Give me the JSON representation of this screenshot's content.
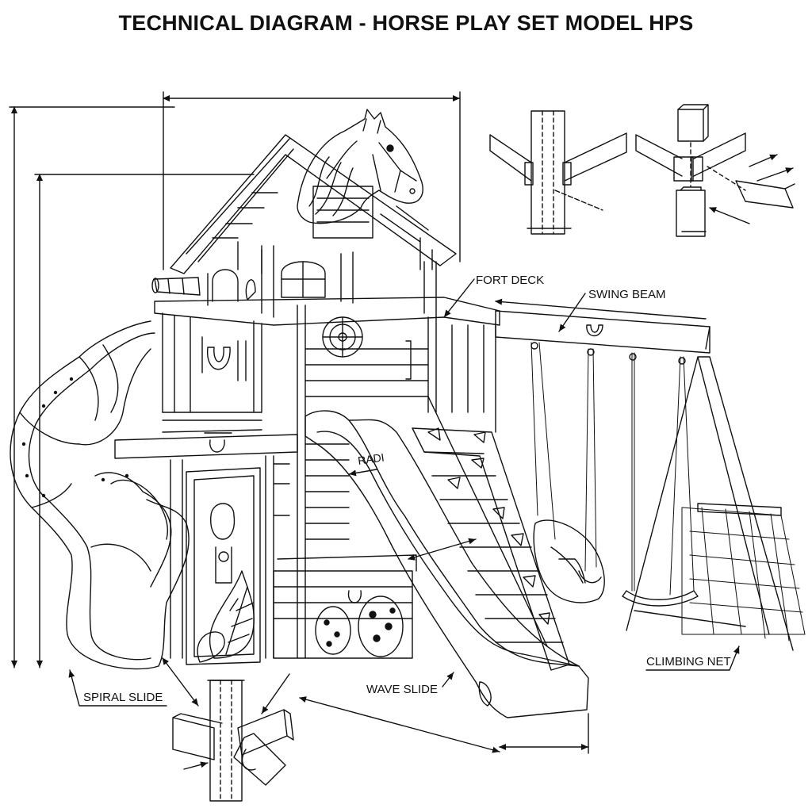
{
  "title": "TECHNICAL DIAGRAM - HORSE PLAY SET MODEL HPS",
  "labels": {
    "fort_deck": "FORT DECK",
    "swing_beam": "SWING BEAM",
    "spiral_slide": "SPIRAL SLIDE",
    "wave_slide": "WAVE SLIDE",
    "climbing_net": "CLIMBING NET",
    "slide_mark": "RADI"
  },
  "colors": {
    "ink": "#111111",
    "paper": "#ffffff"
  }
}
